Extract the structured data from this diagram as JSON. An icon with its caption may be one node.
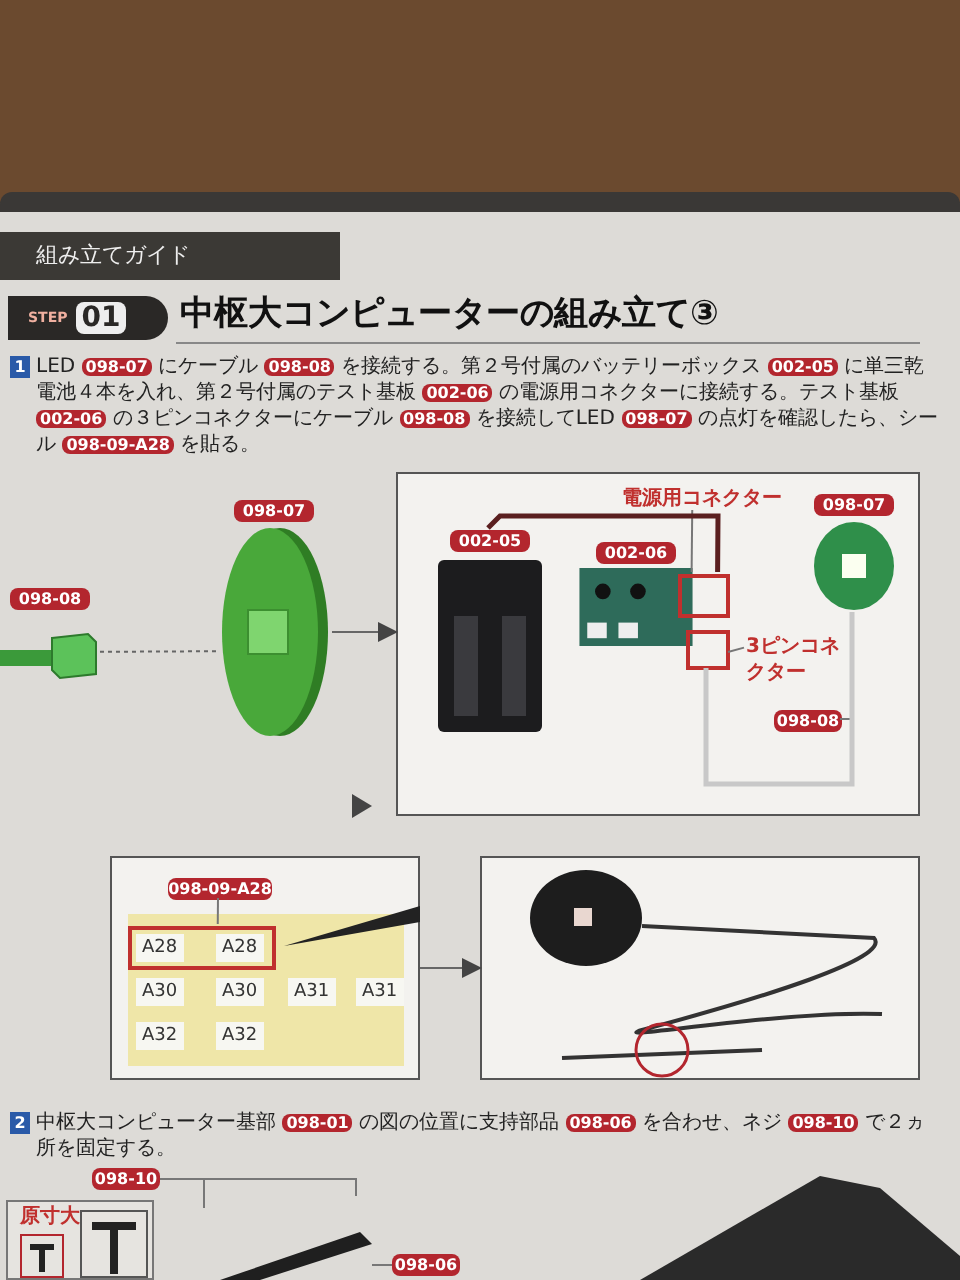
{
  "diagram": {
    "title": "中枢大コンピューターの組み立て③",
    "nodes": [
      {
        "text": [
          "098-08"
        ]
      },
      {
        "text": [
          "098-07"
        ]
      },
      {
        "text": [],
        "shape": "box"
      },
      {
        "text": [
          "002-05"
        ],
        "in": 2
      },
      {
        "text": [
          "002-06"
        ],
        "in": 2
      },
      {
        "text": [
          "電源用コネクター"
        ],
        "in": 2
      },
      {
        "text": [
          "3ピンコネクター"
        ],
        "in": 2
      },
      {
        "text": [
          "098-07"
        ],
        "in": 2
      },
      {
        "text": [
          "098-08"
        ],
        "in": 2
      },
      {
        "text": [],
        "shape": "box"
      },
      {
        "text": [
          "098-09-A28"
        ],
        "in": 9
      },
      {
        "text": [],
        "shape": "picture"
      },
      {
        "text": [
          "原寸大"
        ]
      },
      {
        "text": [
          "098-10"
        ]
      },
      {
        "text": [
          "098-06"
        ]
      },
      {
        "text": [],
        "shape": "box",
        "in": 2
      },
      {
        "text": [],
        "shape": "box",
        "in": 2
      },
      {
        "text": [],
        "shape": "box",
        "in": 9
      }
    ],
    "edges": [
      {
        "from": 0,
        "to": 1,
        "arrow": "none",
        "style": "dashed"
      },
      {
        "from": 1,
        "to": 2,
        "arrow": "to"
      },
      {
        "from": 9,
        "to": 11,
        "arrow": "to"
      },
      {
        "from": 5,
        "to": 15,
        "arrow": "none"
      },
      {
        "from": 6,
        "to": 16,
        "arrow": "none"
      },
      {
        "from": 8,
        "to": null,
        "arrow": "none"
      },
      {
        "from": 10,
        "to": 17,
        "arrow": "none"
      },
      {
        "from": 13,
        "to": null,
        "arrow": "none"
      },
      {
        "from": 13,
        "to": null,
        "arrow": "none"
      },
      {
        "from": 14,
        "to": null,
        "arrow": "none"
      },
      {
        "from": 3,
        "to": 15,
        "arrow": "none",
        "style": "thick",
        "color": "#5a1f1f"
      },
      {
        "from": 7,
        "to": 16,
        "arrow": "none",
        "style": "thick",
        "color": "#c8c8c8"
      }
    ],
    "labels": [
      "組み立てガイド",
      "STEP",
      "01",
      "1",
      "LED **098-07** にケーブル **098-08** を接続する。第２号付属のバッテリーボックス **002-05** に単三乾電池４本を入れ、第２号付属のテスト基板 **002-06** の電源用コネクターに接続する。テスト基板 **002-06** の３ピンコネクターにケーブル **098-08** を接続してLED **098-07** の点灯を確認したら、シール **098-09-A28** を貼る。",
      "A28",
      "A28",
      "A30",
      "A30",
      "A31",
      "A31",
      "A32",
      "A32",
      "2",
      "中枢大コンピューター基部 **098-01** の図の位置に支持部品 **098-06** を合わせ、ネジ **098-10** で２ヵ所を固定する。"
    ]
  }
}
